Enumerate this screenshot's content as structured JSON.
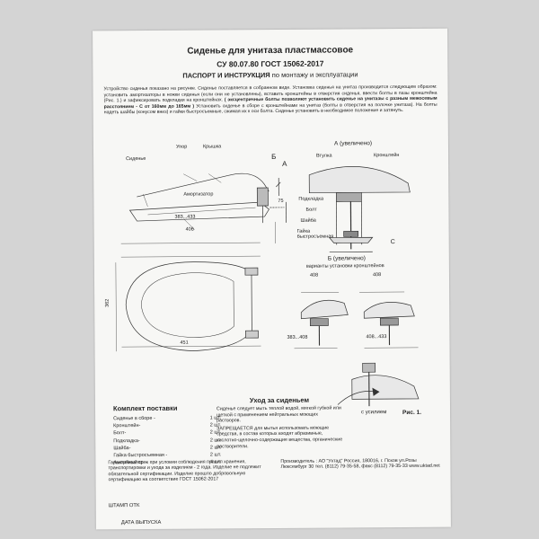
{
  "title": "Сиденье для унитаза пластмассовое",
  "subtitle": "СУ 80.07.80   ГОСТ 15062-2017",
  "passport_title": "ПАСПОРТ И ИНСТРУКЦИЯ",
  "passport_suffix": "по монтажу и эксплуатации",
  "intro": {
    "p1": "Устройство сиденья показано на рисунке. Сиденье поставляется в собранном виде. Установка сиденья на унитаз производится следующим образом: установить амортизаторы в ножки сиденья (если они не установлены), вставить кронштейны в отверстия сиденья, ввести болты в пазы кронштейна (Рис. 1.) и зафиксировать подкладки на кронштейнах.",
    "bold1": "( эксцентричные болты позволяют установить сиденье на унитазы с разным межосевым расстоянием - С от 160мм до 165мм )",
    "p2": "Установить сиденье в сборе с кронштейнами на унитаз (болты в отверстия на полочке унитаза). На болты надеть шайбы (конусом вниз) и гайки быстросъемные, сжимая их к оси болта. Сиденье установить в необходимое положение и затянуть."
  },
  "drawing": {
    "label_upor": "Упор",
    "label_kryshka": "Крышка",
    "label_sidenie": "Сиденье",
    "label_amort": "Амортизатор",
    "label_b": "Б",
    "label_a": "А",
    "dim_75": "75",
    "dim_383_433": "383...433",
    "dim_406": "406",
    "dim_451": "451",
    "dim_362": "362",
    "a_title": "А (увеличено)",
    "a_vtulka": "Втулка",
    "a_kronshtein": "Кронштейн",
    "a_podkladka": "Подкладка",
    "a_bolt": "Болт",
    "a_shaiba": "Шайба",
    "a_gaika": "Гайка быстросъемная",
    "a_c": "С",
    "b_title": "Б (увеличено)",
    "b_variants": "варианты установки кронштейнов",
    "b_408_top": "408",
    "b_408_mid": "408",
    "b_383_408": "383...408",
    "b_408_433": "408...433",
    "fig_force": "с усилием",
    "fig_ris": "Рис. 1."
  },
  "kit": {
    "title": "Комплект поставки",
    "items": [
      {
        "name": "Сиденье в сборе -",
        "qty": "1 шт."
      },
      {
        "name": "Кронштейн-",
        "qty": "2 шт."
      },
      {
        "name": "Болт-",
        "qty": "2 шт."
      },
      {
        "name": "Подкладка-",
        "qty": "2 шт."
      },
      {
        "name": "Шайба-",
        "qty": "2 шт."
      },
      {
        "name": "Гайка быстросъемная -",
        "qty": "2 шт."
      },
      {
        "name": "Амортизатор -",
        "qty": "4 шт."
      }
    ]
  },
  "care": {
    "title": "Уход за сиденьем",
    "text1": "Сиденье следует мыть теплой водой, мягкой губкой или щеткой с применением нейтральных моющих растворов.",
    "text2": "ЗАПРЕЩАЕТСЯ для мытья использовать моющие средства, в состав которых входят абразивные, кислотно-щелочно-содержащие вещества, органические растворители."
  },
  "warranty": "Гарантийный срок при условии соблюдения правил хранения, транспортировки и ухода за изделием - 2 года. Изделие не подлежит обязательной сертификации. Изделие прошло добровольную сертификацию на соответствие ГОСТ 15062-2017",
  "manufacturer": "Производитель : АО \"Ухтад\" Россия, 180016, г. Псков ул.Розы Люксембург 30 тел. (8112) 79-35-58, факс (8112) 79-35-33 www.uktad.net",
  "stamp": "ШТАМП ОТК",
  "release_date": "ДАТА ВЫПУСКА"
}
